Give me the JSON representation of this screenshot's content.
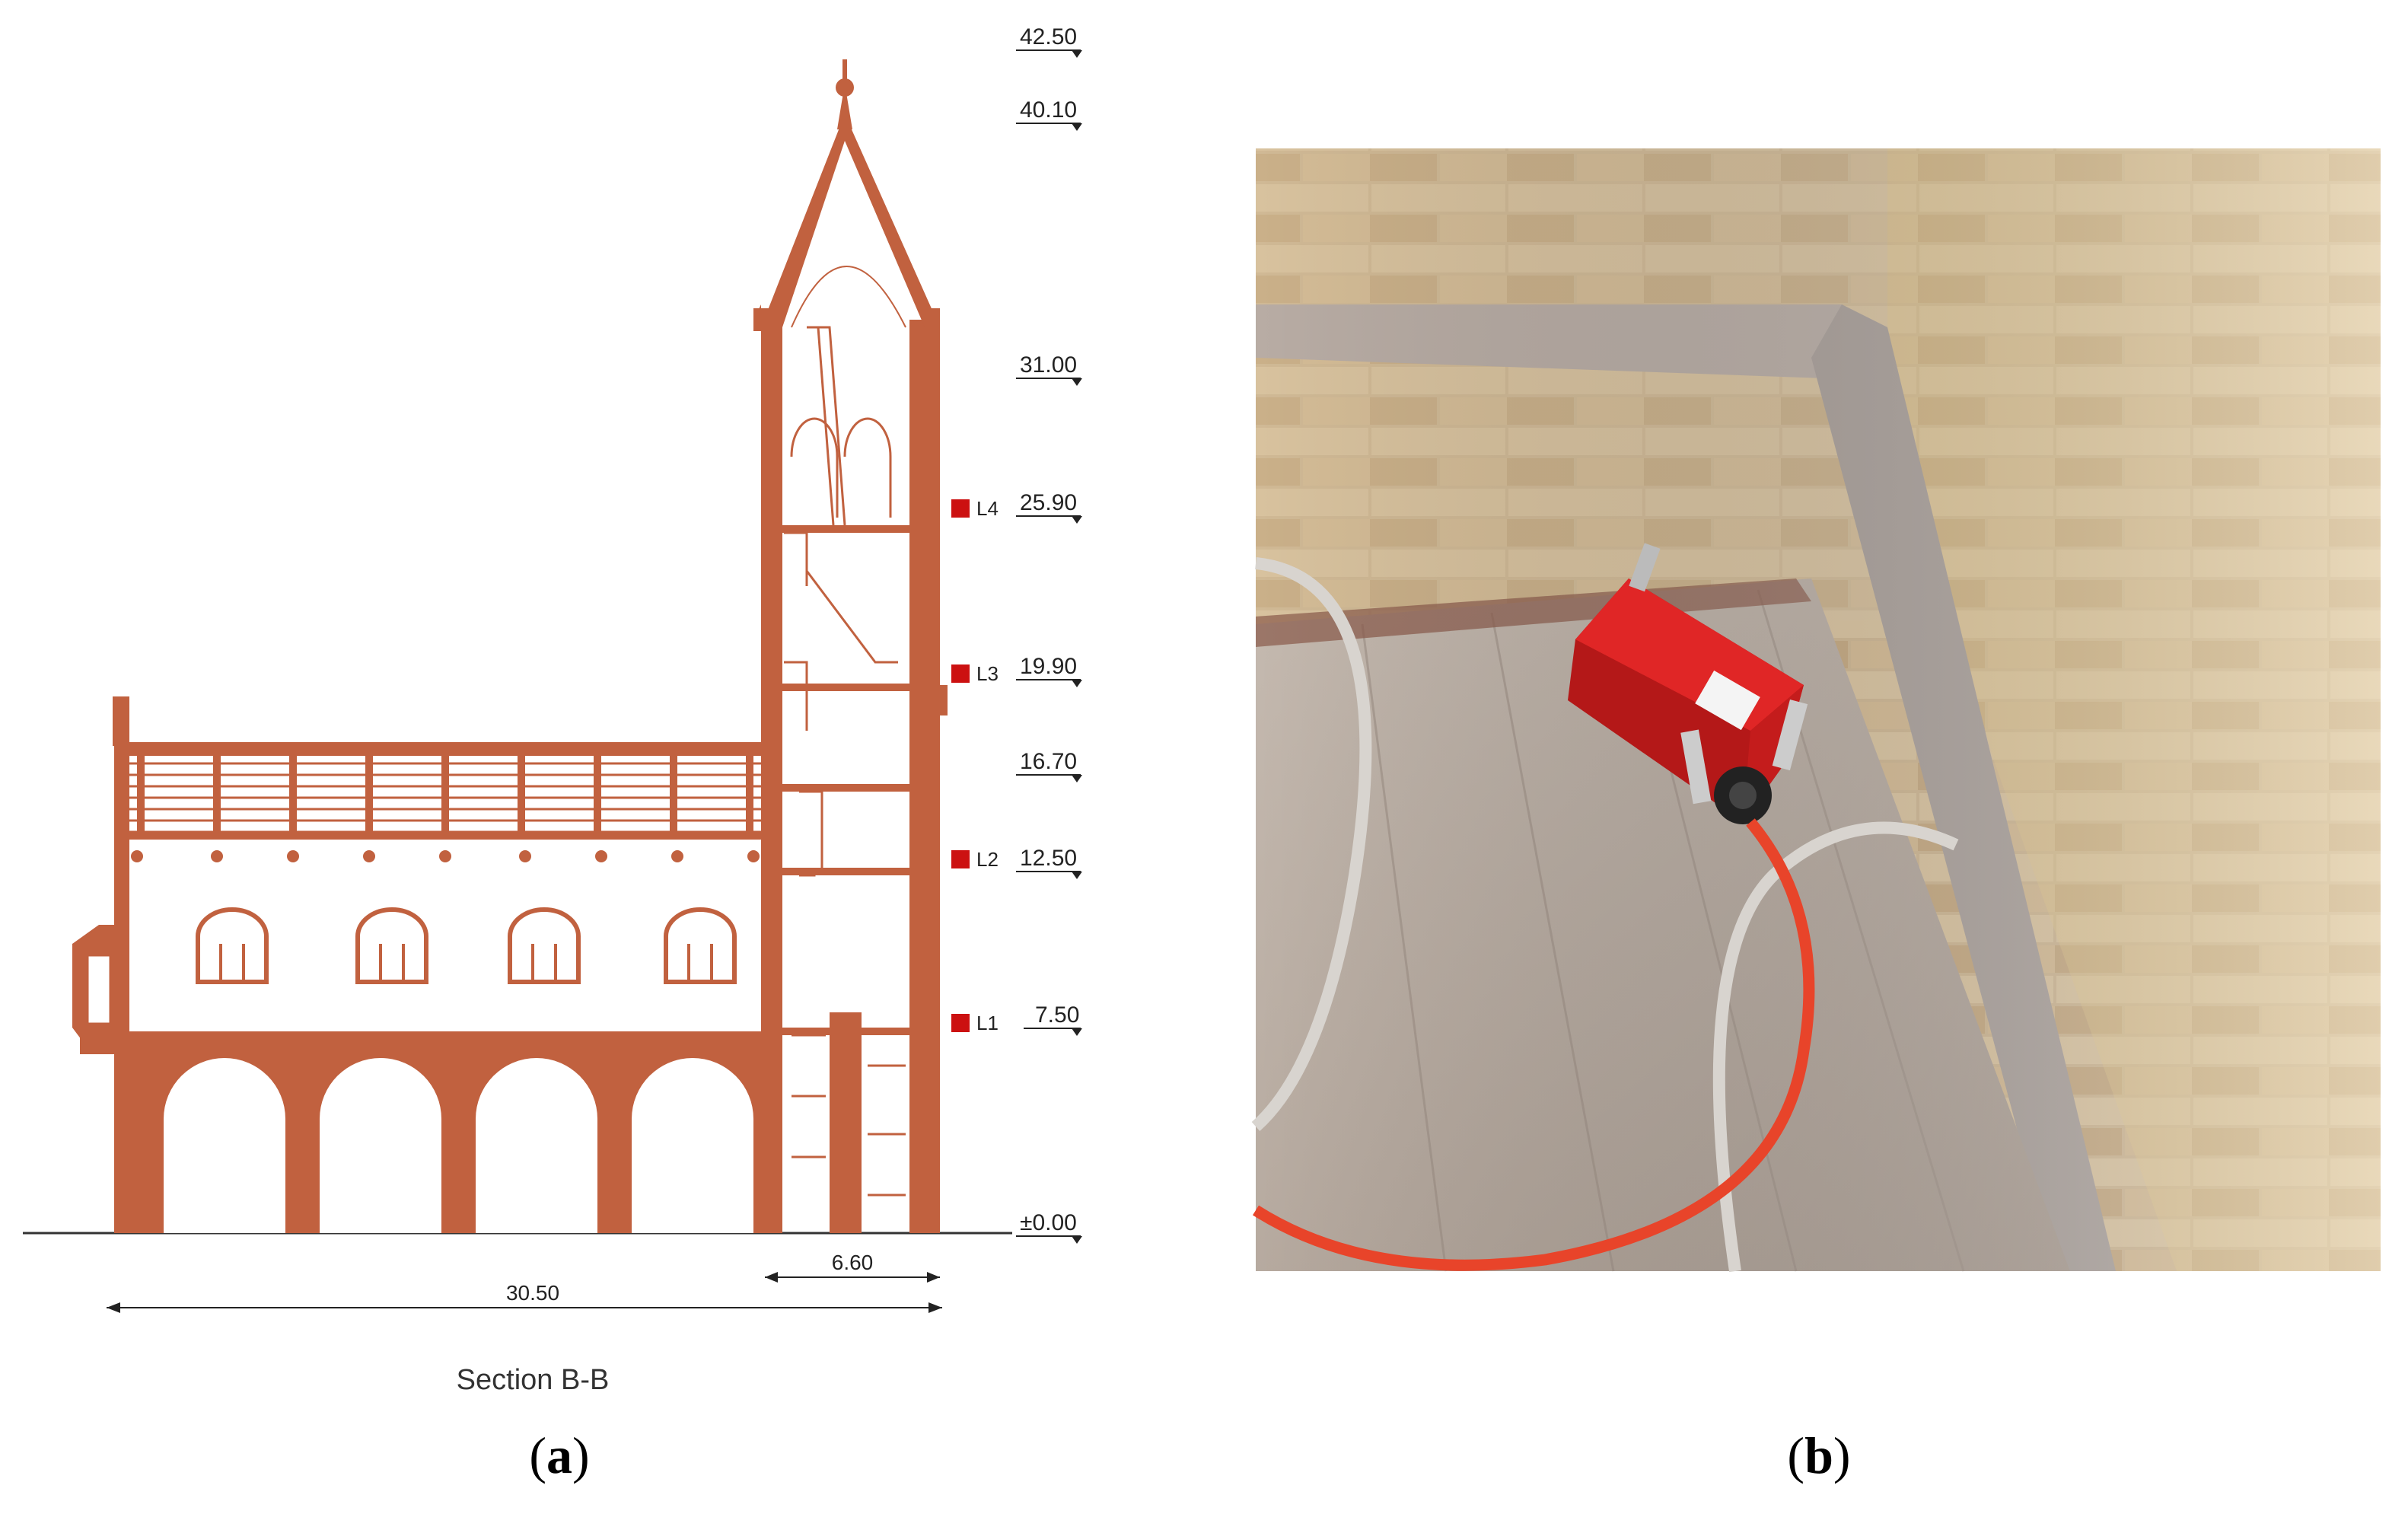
{
  "panel_a": {
    "section_title": "Section B-B",
    "caption_parts": [
      "(",
      "a",
      ")"
    ],
    "elevations": [
      "42.50",
      "40.10",
      "31.00",
      "25.90",
      "19.90",
      "16.70",
      "12.50",
      "7.50",
      "±0.00"
    ],
    "sensor_levels": [
      "L4",
      "L3",
      "L2",
      "L1"
    ],
    "dimensions": {
      "total_length": "30.50",
      "tower_width": "6.60"
    },
    "colors": {
      "masonry": "#c1613f",
      "sensor": "#cc1111",
      "line": "#333333"
    }
  },
  "panel_b": {
    "caption_parts": [
      "(",
      "b",
      ")"
    ],
    "sensor_label": "",
    "colors": {
      "sensor_body": "#d42020",
      "cable": "#e8442a",
      "stone": "#c9b08a"
    }
  }
}
